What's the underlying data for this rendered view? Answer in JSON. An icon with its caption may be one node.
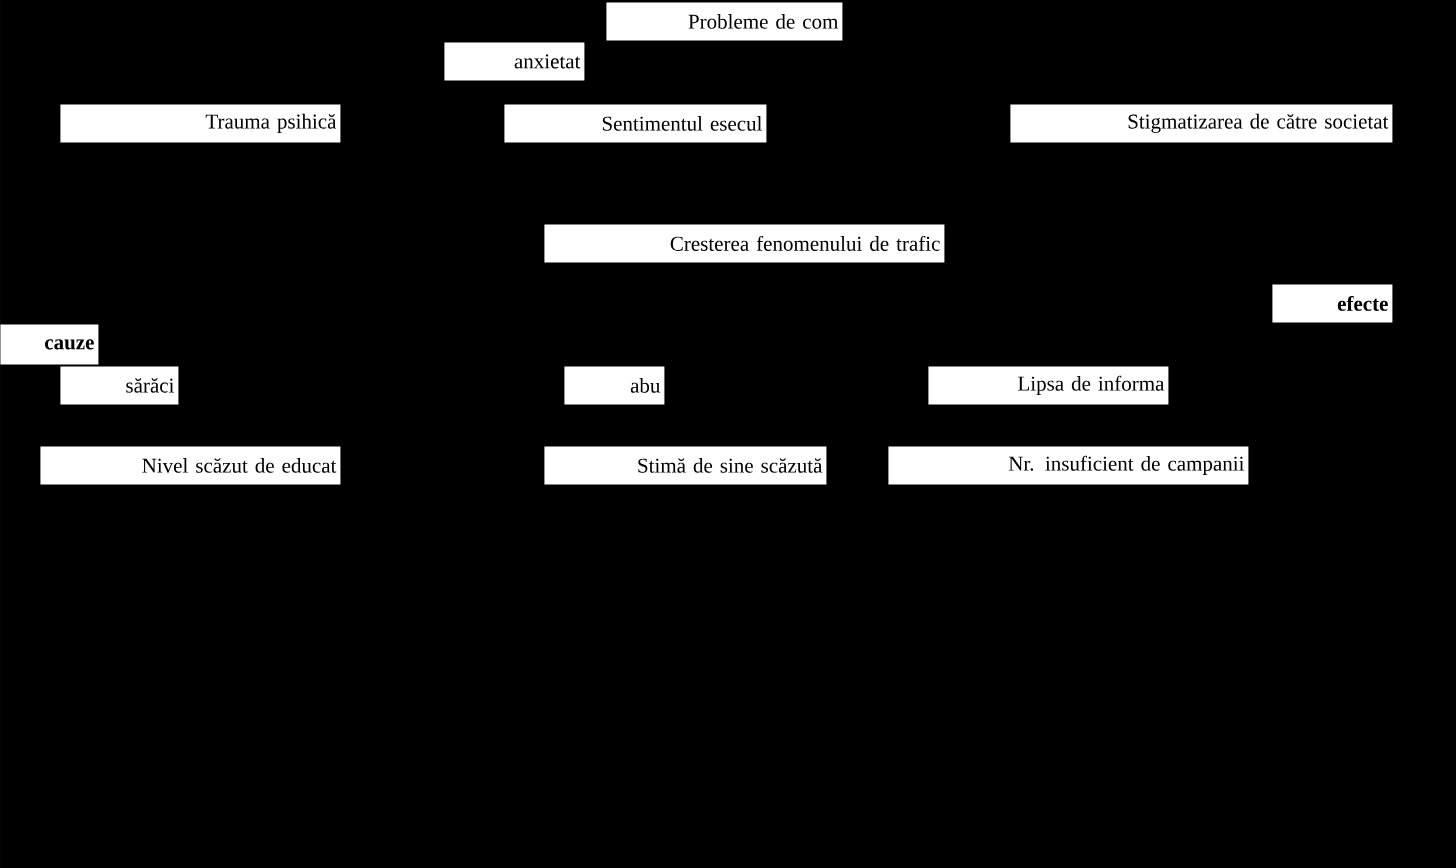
{
  "diagram": {
    "nodes": [
      {
        "text": [
          "Probleme de com"
        ]
      },
      {
        "text": [
          "anxietat"
        ]
      },
      {
        "text": [
          "Trauma psihică"
        ]
      },
      {
        "text": [
          "Sentimentul esecul"
        ]
      },
      {
        "text": [
          "Stigmatizarea de către societat"
        ]
      },
      {
        "text": [
          "Cresterea fenomenului de trafic"
        ]
      },
      {
        "text": [
          "efecte"
        ]
      },
      {
        "text": [
          "cauze"
        ]
      },
      {
        "text": [
          "sărăci"
        ]
      },
      {
        "text": [
          "abu"
        ]
      },
      {
        "text": [
          "Lipsa de informa"
        ]
      },
      {
        "text": [
          "Nivel scăzut de educat"
        ]
      },
      {
        "text": [
          "Stimă de sine scăzută"
        ]
      },
      {
        "text": [
          "Nr. insuficient de campanii"
        ]
      }
    ]
  }
}
